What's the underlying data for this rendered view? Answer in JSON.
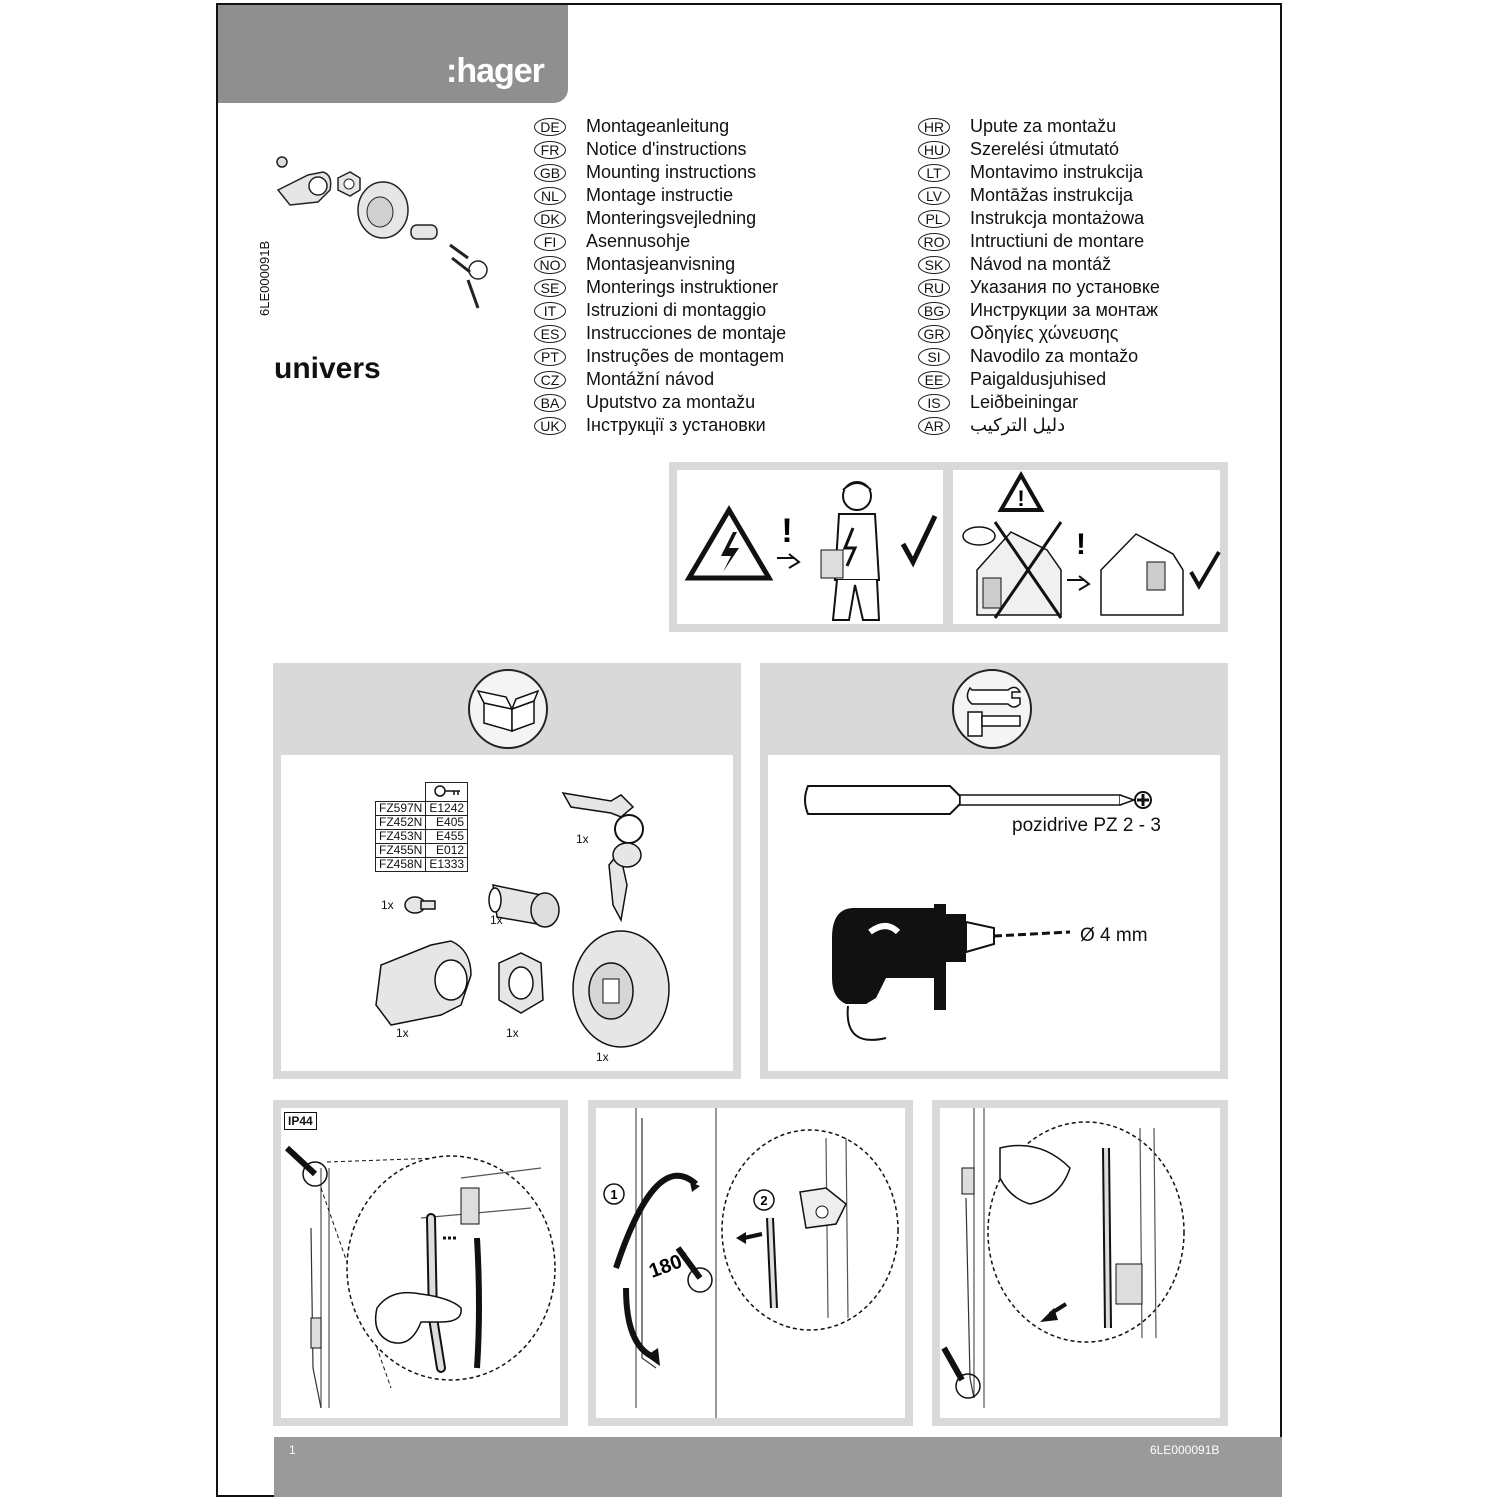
{
  "brand": {
    "logo": ":hager"
  },
  "document": {
    "code": "6LE000091B",
    "product": "univers",
    "page_number": "1"
  },
  "languages_left": [
    {
      "code": "DE",
      "title": "Montageanleitung"
    },
    {
      "code": "FR",
      "title": "Notice d'instructions"
    },
    {
      "code": "GB",
      "title": "Mounting instructions"
    },
    {
      "code": "NL",
      "title": "Montage instructie"
    },
    {
      "code": "DK",
      "title": "Monteringsvejledning"
    },
    {
      "code": "FI",
      "title": "Asennusohje"
    },
    {
      "code": "NO",
      "title": "Montasjeanvisning"
    },
    {
      "code": "SE",
      "title": "Monterings instruktioner"
    },
    {
      "code": "IT",
      "title": "Istruzioni di montaggio"
    },
    {
      "code": "ES",
      "title": "Instrucciones de montaje"
    },
    {
      "code": "PT",
      "title": "Instruções de montagem"
    },
    {
      "code": "CZ",
      "title": "Montážní návod"
    },
    {
      "code": "BA",
      "title": "Uputstvo za montažu"
    },
    {
      "code": "UK",
      "title": "Інструкції з установки"
    }
  ],
  "languages_right": [
    {
      "code": "HR",
      "title": "Upute za montažu"
    },
    {
      "code": "HU",
      "title": "Szerelési útmutató"
    },
    {
      "code": "LT",
      "title": "Montavimo instrukcija"
    },
    {
      "code": "LV",
      "title": "Montāžas instrukcija"
    },
    {
      "code": "PL",
      "title": "Instrukcja montażowa"
    },
    {
      "code": "RO",
      "title": "Intructiuni de montare"
    },
    {
      "code": "SK",
      "title": "Návod na montáž"
    },
    {
      "code": "RU",
      "title": "Указания по установке"
    },
    {
      "code": "BG",
      "title": "Инструкции за монтаж"
    },
    {
      "code": "GR",
      "title": "Οδηγίες χώνευσης"
    },
    {
      "code": "SI",
      "title": "Navodilo za montažo"
    },
    {
      "code": "EE",
      "title": "Paigaldusjuhised"
    },
    {
      "code": "IS",
      "title": "Leiðbeiningar"
    },
    {
      "code": "AR",
      "title": "دليل التركيب"
    }
  ],
  "parts_table": {
    "rows": [
      {
        "ref": "FZ597N",
        "key": "E1242"
      },
      {
        "ref": "FZ452N",
        "key": "E405"
      },
      {
        "ref": "FZ453N",
        "key": "E455"
      },
      {
        "ref": "FZ455N",
        "key": "E012"
      },
      {
        "ref": "FZ458N",
        "key": "E1333"
      }
    ]
  },
  "quantities": {
    "keys": "1x",
    "screw": "1x",
    "cylinder": "1x",
    "cam": "1x",
    "nut": "1x",
    "handle": "1x"
  },
  "tools": {
    "screwdriver_label": "pozidrive PZ 2 - 3",
    "drill_label": "Ø 4 mm"
  },
  "steps": {
    "ip_badge": "IP44",
    "step1": "1",
    "step2": "2",
    "rotation": "180°"
  },
  "colors": {
    "brand_gray": "#8f8f8f",
    "panel_gray": "#d9d9d9",
    "footer_gray": "#9a9a9a"
  }
}
